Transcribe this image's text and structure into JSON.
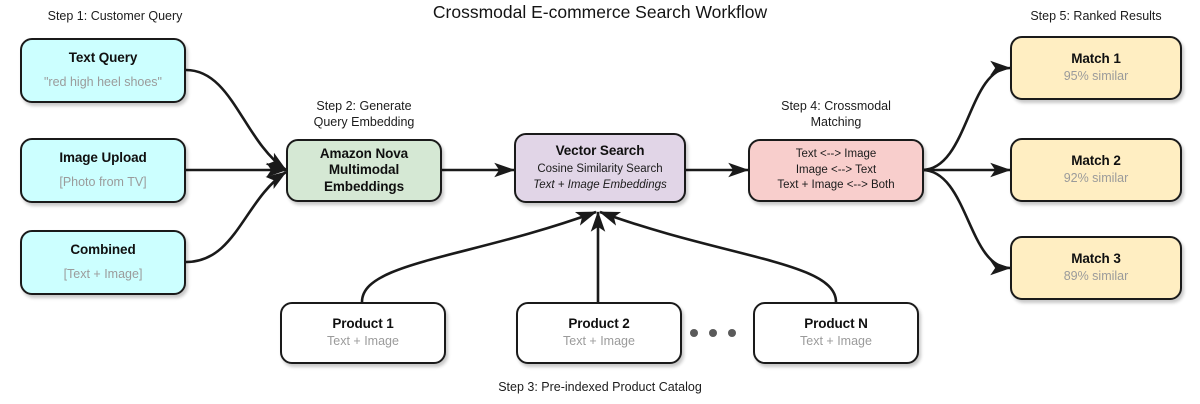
{
  "title": "Crossmodal E-commerce Search Workflow",
  "captions": {
    "step1": "Step 1: Customer Query",
    "step2": "Step 2: Generate\nQuery Embedding",
    "step2_line1": "Step 2: Generate",
    "step2_line2": "Query Embedding",
    "step3": "Step 3: Pre-indexed Product Catalog",
    "step4_line1": "Step 4: Crossmodal",
    "step4_line2": "Matching",
    "step5": "Step 5: Ranked Results"
  },
  "inputs": [
    {
      "title": "Text Query",
      "detail": "\"red high heel shoes\"",
      "color": "#ccffff"
    },
    {
      "title": "Image Upload",
      "detail": "[Photo from TV]",
      "color": "#ccffff"
    },
    {
      "title": "Combined",
      "detail": "[Text + Image]",
      "color": "#ccffff"
    }
  ],
  "embedding": {
    "line1": "Amazon Nova",
    "line2": "Multimodal",
    "line3": "Embeddings",
    "color": "#d5e8d4"
  },
  "vector_search": {
    "title": "Vector Search",
    "line2": "Cosine Similarity Search",
    "line3": "Text + Image Embeddings",
    "color": "#e1d5e7"
  },
  "crossmodal": {
    "line1": "Text <--> Image",
    "line2": "Image <--> Text",
    "line3": "Text + Image <--> Both",
    "color": "#f8cecc"
  },
  "results": [
    {
      "title": "Match 1",
      "detail": "95% similar",
      "color": "#ffeec2"
    },
    {
      "title": "Match 2",
      "detail": "92% similar",
      "color": "#ffeec2"
    },
    {
      "title": "Match 3",
      "detail": "89% similar",
      "color": "#ffeec2"
    }
  ],
  "catalog": [
    {
      "title": "Product 1",
      "detail": "Text + Image",
      "color": "#ffffff"
    },
    {
      "title": "Product 2",
      "detail": "Text + Image",
      "color": "#ffffff"
    },
    {
      "title": "Product N",
      "detail": "Text + Image",
      "color": "#ffffff"
    }
  ],
  "ellipsis": "• • •",
  "colors": {
    "edge": "#1a1a1a",
    "border": "#1a1a1a",
    "muted_text": "#9b9b9b",
    "body_text": "#1c1c1c",
    "background": "#ffffff"
  }
}
